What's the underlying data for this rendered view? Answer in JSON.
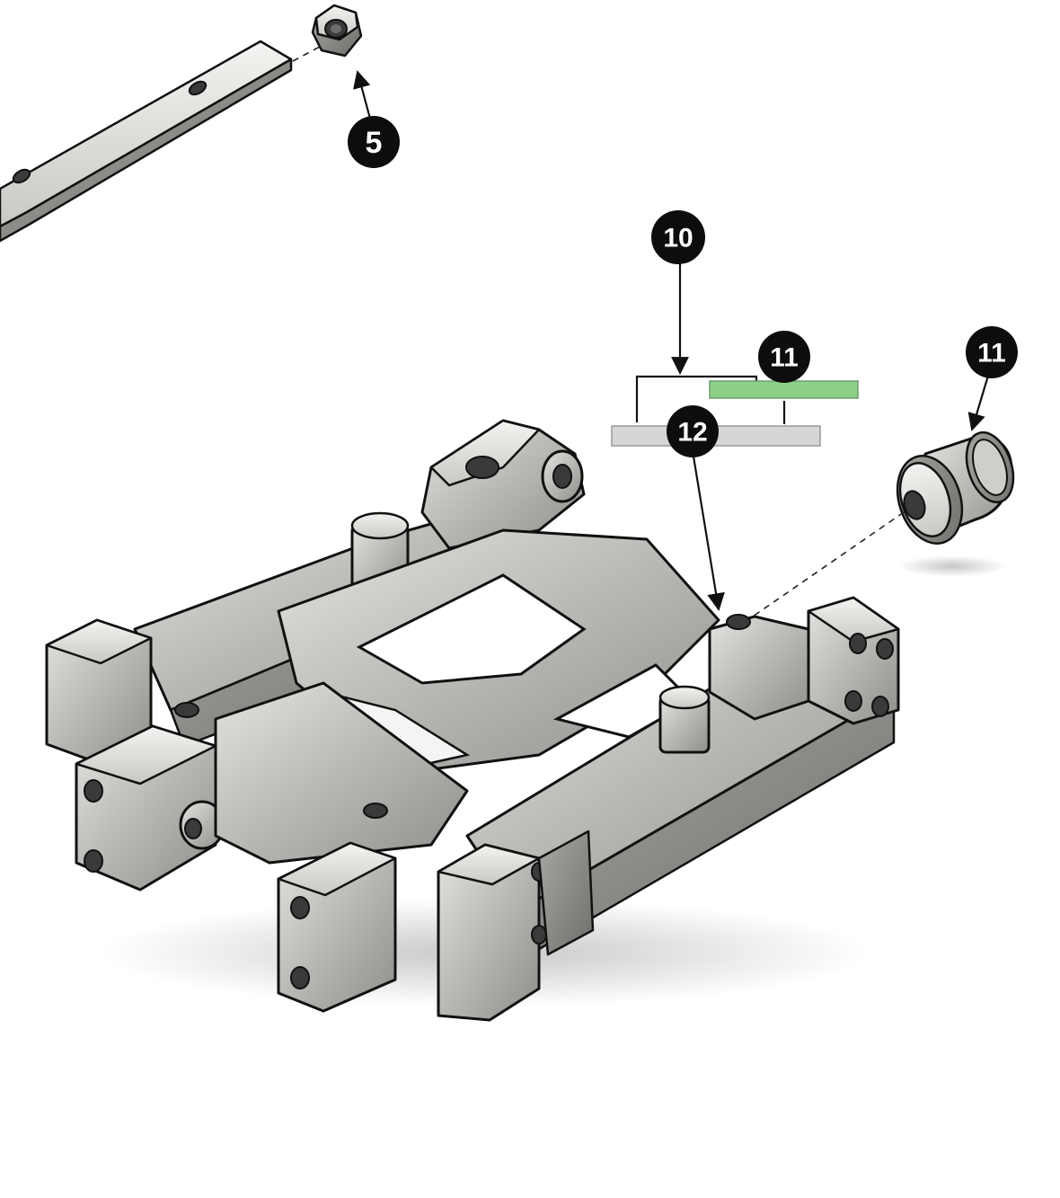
{
  "callouts": [
    {
      "id": "c5",
      "label": "5"
    },
    {
      "id": "c10",
      "label": "10"
    },
    {
      "id": "c11a",
      "label": "11"
    },
    {
      "id": "c11b",
      "label": "11"
    },
    {
      "id": "c12",
      "label": "12"
    }
  ],
  "legend_bars": {
    "upper_color": "#8ecf8a",
    "lower_color": "#d6d6d6"
  },
  "parts": [
    {
      "name": "flat-link-bar"
    },
    {
      "name": "hex-nut"
    },
    {
      "name": "subframe-casting"
    },
    {
      "name": "bushing"
    }
  ]
}
